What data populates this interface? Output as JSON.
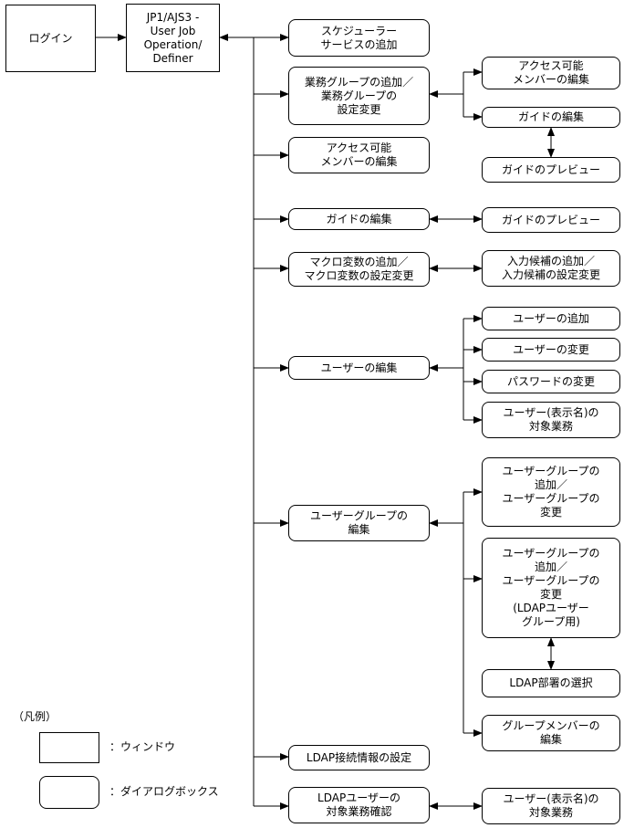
{
  "nodes": {
    "login": "ログイン",
    "jp1": "JP1/AJS3 -\nUser Job\nOperation/\nDefiner",
    "scheduler_add": "スケジューラー\nサービスの追加",
    "group_edit": "業務グループの追加／\n業務グループの\n設定変更",
    "group_access": "アクセス可能\nメンバーの編集",
    "group_guide": "ガイドの編集",
    "group_preview": "ガイドのプレビュー",
    "access_members": "アクセス可能\nメンバーの編集",
    "guide_edit": "ガイドの編集",
    "guide_preview": "ガイドのプレビュー",
    "macro_edit": "マクロ変数の追加／\nマクロ変数の設定変更",
    "candidate_edit": "入力候補の追加／\n入力候補の設定変更",
    "user_edit": "ユーザーの編集",
    "user_add": "ユーザーの追加",
    "user_change": "ユーザーの変更",
    "password_change": "パスワードの変更",
    "user_target": "ユーザー(表示名)の\n対象業務",
    "usergroup_edit": "ユーザーグループの\n編集",
    "usergroup_add": "ユーザーグループの\n追加／\nユーザーグループの\n変更",
    "usergroup_ldap": "ユーザーグループの\n追加／\nユーザーグループの\n変更\n(LDAPユーザー\nグループ用)",
    "ldap_dept": "LDAP部署の選択",
    "group_member_edit": "グループメンバーの\n編集",
    "ldap_conn": "LDAP接続情報の設定",
    "ldap_user_target": "LDAPユーザーの\n対象業務確認",
    "ldap_user_target_result": "ユーザー(表示名)の\n対象業務"
  },
  "legend": {
    "title": "（凡例）",
    "window": "：ウィンドウ",
    "dialog": "：ダイアログボックス"
  },
  "colors": {
    "line": "#000000",
    "box_fill": "#ffffff"
  }
}
